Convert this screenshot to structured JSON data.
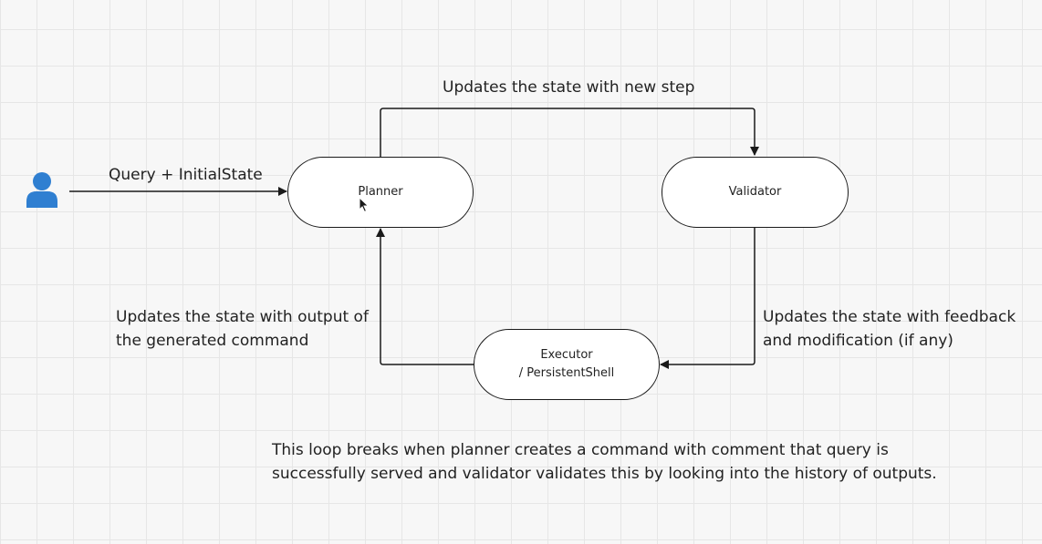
{
  "nodes": {
    "planner": "Planner",
    "validator": "Validator",
    "executor": "Executor\n/ PersistentShell"
  },
  "edges": {
    "user_to_planner": "Query + InitialState",
    "planner_to_validator": "Updates the state with new step",
    "validator_to_executor_line1": "Updates the state with feedback",
    "validator_to_executor_line2": "and modification (if any)",
    "executor_to_planner_line1": "Updates the state with output of",
    "executor_to_planner_line2": "the generated command"
  },
  "note": {
    "line1": "This loop breaks when planner creates a command with comment that query is",
    "line2": "successfully served and validator validates this by looking into the history of outputs."
  },
  "icons": {
    "user": "user-icon",
    "cursor": "cursor-icon"
  },
  "colors": {
    "user_icon": "#2f7fd1",
    "stroke": "#1a1a1a"
  }
}
